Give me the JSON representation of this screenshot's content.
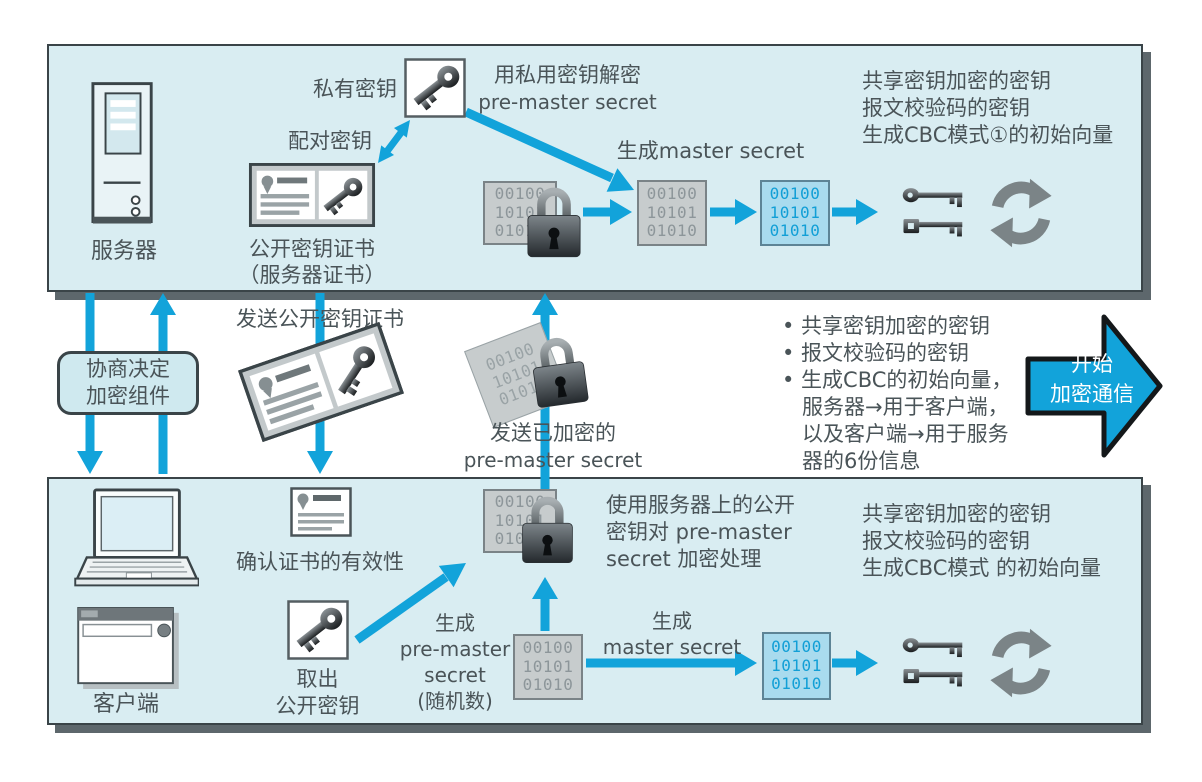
{
  "binary": [
    "00100",
    "10101",
    "01010"
  ],
  "colors": {
    "accent": "#12a3da",
    "panel_bg": "#d9edf2",
    "block_gray": "#c7cccd",
    "block_blue": "#a9dbee",
    "binary_blue": "#129fd6"
  },
  "top": {
    "server": "服务器",
    "private_key": "私有密钥",
    "paired_key": "配对密钥",
    "cert1": "公开密钥证书",
    "cert2": "（服务器证书）",
    "decrypt1": "用私用密钥解密",
    "decrypt2": "pre-master secret",
    "gen_master": "生成master secret",
    "note1": "共享密钥加密的密钥",
    "note2": "报文校验码的密钥",
    "note3": "生成CBC模式①的初始向量"
  },
  "mid": {
    "negotiate1": "协商决定",
    "negotiate2": "加密组件",
    "send_cert": "发送公开密钥证书",
    "send_pm1": "发送已加密的",
    "send_pm2": "pre-master secret",
    "b1": "• 共享密钥加密的密钥",
    "b2": "• 报文校验码的密钥",
    "b3": "• 生成CBC的初始向量，",
    "b3a": "服务器→用于客户端，",
    "b3b": "以及客户端→用于服务",
    "b3c": "器的6份信息",
    "start1": "开始",
    "start2": "加密通信"
  },
  "bot": {
    "client": "客户端",
    "verify": "确认证书的有效性",
    "extract1": "取出",
    "extract2": "公开密钥",
    "gen1": "生成",
    "gen2": "pre-master",
    "gen3": "secret",
    "gen4": "(随机数)",
    "enc1": "使用服务器上的公开",
    "enc2": "密钥对 pre-master",
    "enc3": "secret 加密处理",
    "gm1": "生成",
    "gm2": "master secret",
    "note1": "共享密钥加密的密钥",
    "note2": "报文校验码的密钥",
    "note3": "生成CBC模式 的初始向量"
  }
}
